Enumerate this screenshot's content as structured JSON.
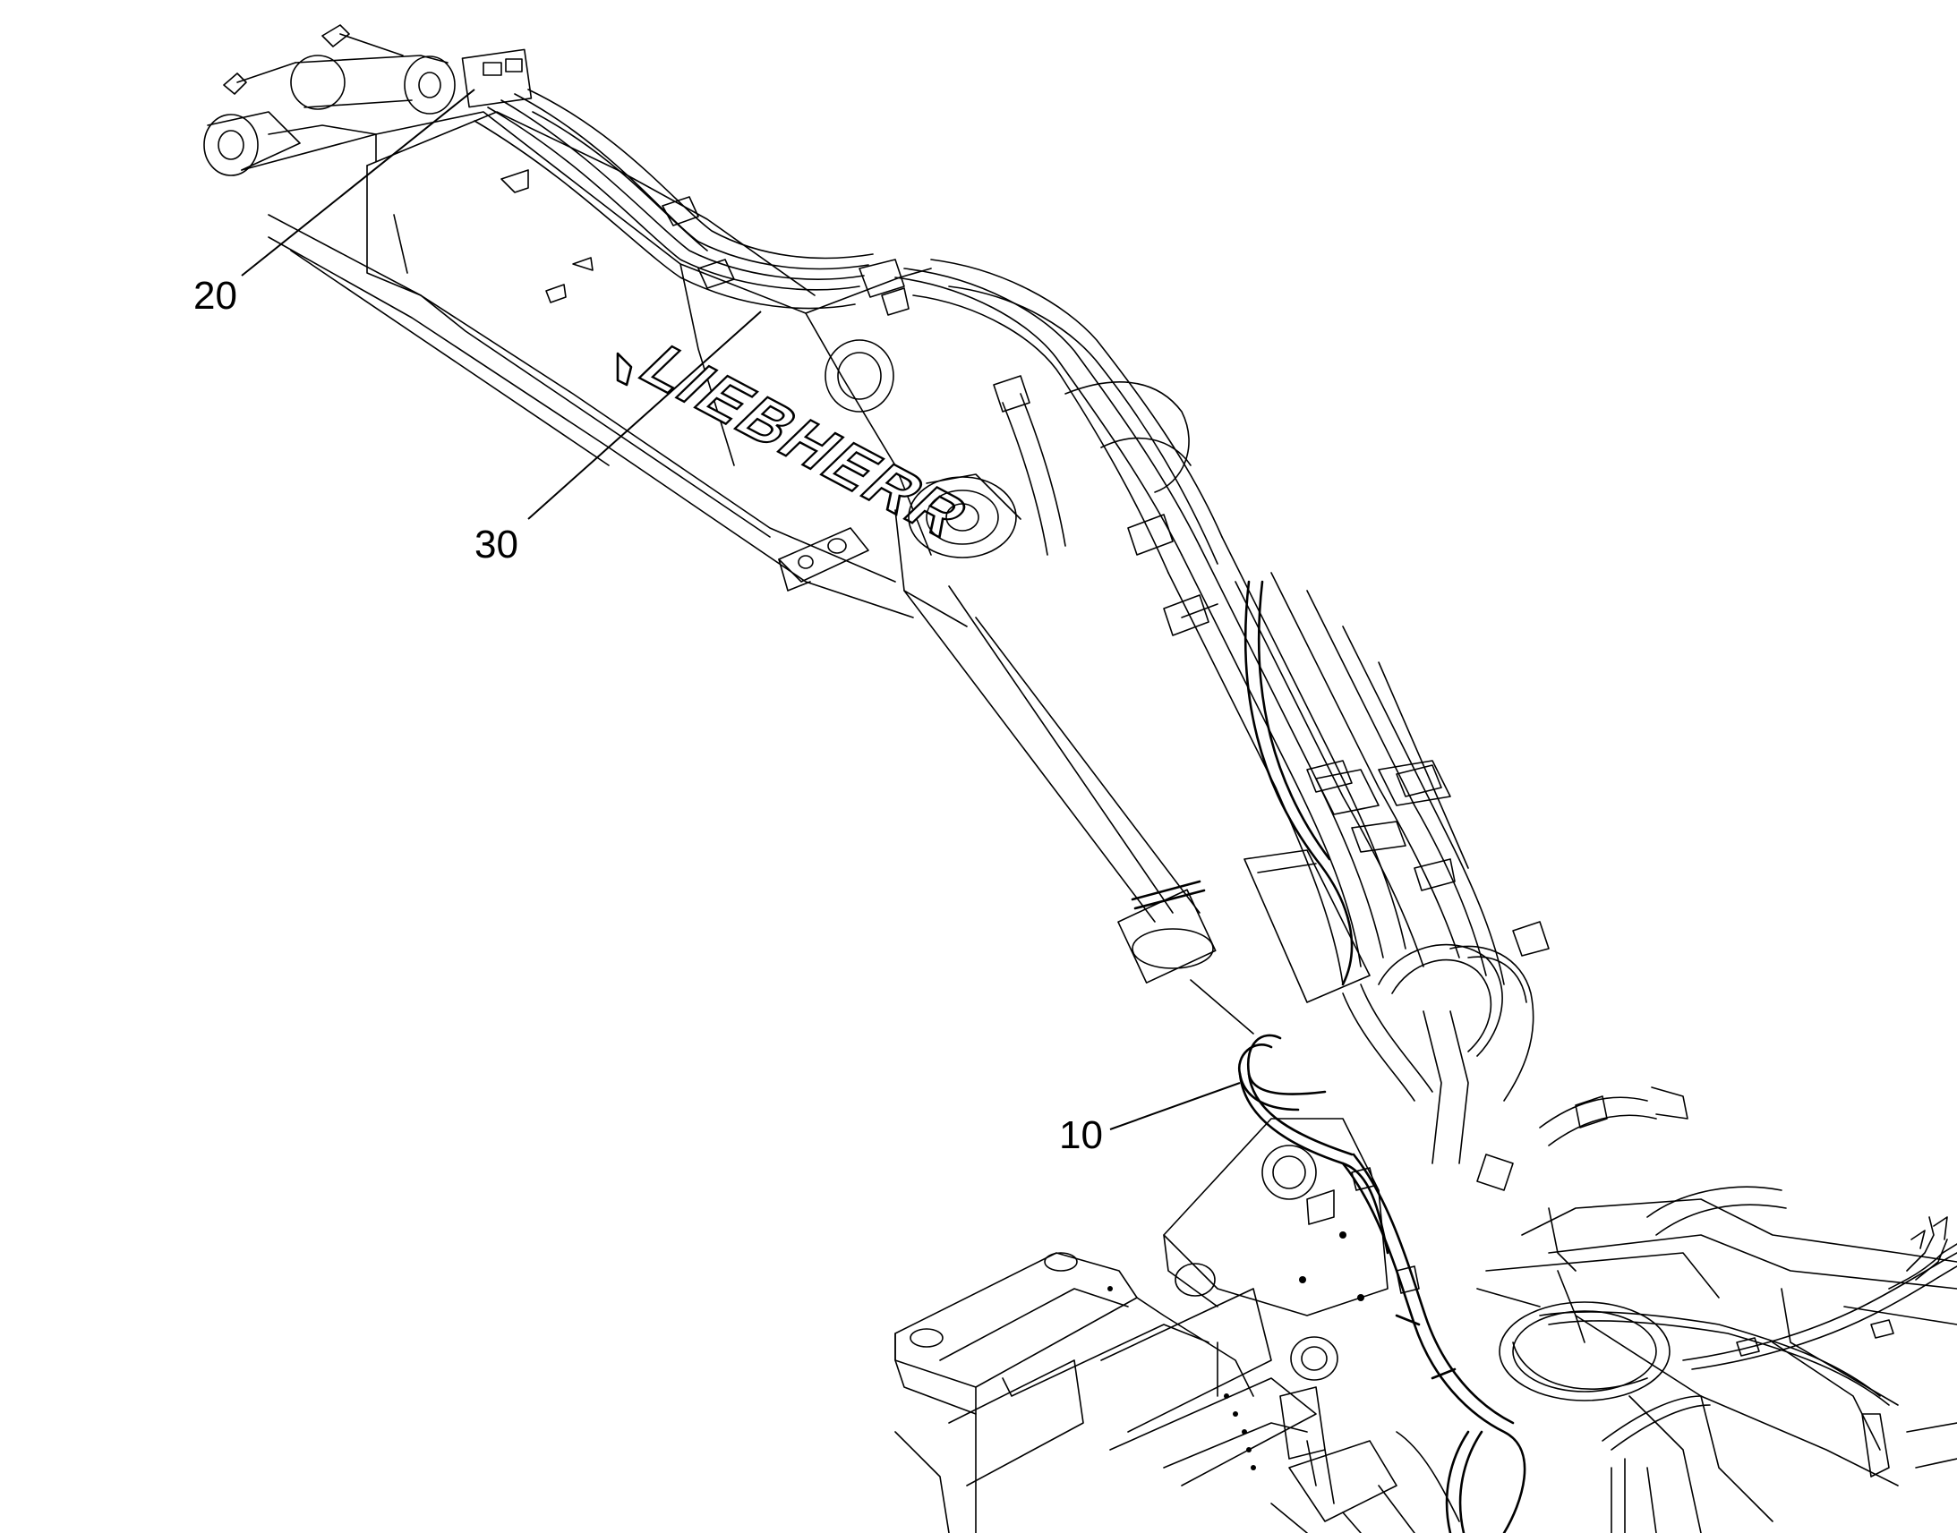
{
  "callouts": [
    {
      "id": "20",
      "label": "20"
    },
    {
      "id": "30",
      "label": "30"
    },
    {
      "id": "10",
      "label": "10"
    }
  ],
  "logo": {
    "text": "LIEBHERR"
  },
  "colors": {
    "line": "#000000",
    "background": "#ffffff"
  }
}
